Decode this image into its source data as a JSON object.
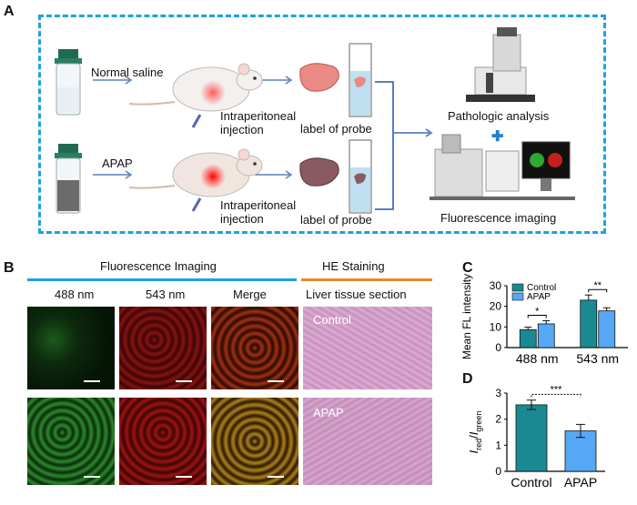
{
  "panelA": {
    "letter": "A",
    "normal_saline": "Normal saline",
    "apap": "APAP",
    "injection_top": "Intraperitoneal\ninjection",
    "injection_bottom": "Intraperitoneal\ninjection",
    "label_probe_top": "label of probe",
    "label_probe_bottom": "label of probe",
    "pathologic": "Pathologic analysis",
    "fluorescence_imaging": "Fluorescence imaging",
    "plus": "✚"
  },
  "panelB": {
    "letter": "B",
    "fluorescence_header": "Fluorescence Imaging",
    "he_header": "HE Staining",
    "col_488": "488 nm",
    "col_543": "543 nm",
    "col_merge": "Merge",
    "col_liver": "Liver tissue section",
    "row_control": "Control",
    "row_apap": "APAP",
    "colors": {
      "fluor_bar": "#1e9fdf",
      "he_bar": "#e6892b"
    }
  },
  "chart_data": [
    {
      "panel": "C",
      "type": "bar",
      "categories": [
        "488 nm",
        "543 nm"
      ],
      "series": [
        {
          "name": "Control",
          "values": [
            8.7,
            23.0
          ],
          "errors": [
            1.2,
            2.5
          ],
          "color": "#1a8a92"
        },
        {
          "name": "APAP",
          "values": [
            11.5,
            17.8
          ],
          "errors": [
            1.5,
            1.5
          ],
          "color": "#56a8f5"
        }
      ],
      "ylabel": "Mean FL intensity",
      "ylim": [
        0,
        30
      ],
      "yticks": [
        0,
        10,
        20,
        30
      ],
      "significance": [
        "*",
        "**"
      ],
      "legend": "top-left"
    },
    {
      "panel": "D",
      "type": "bar",
      "categories": [
        "Control",
        "APAP"
      ],
      "values": [
        2.55,
        1.55
      ],
      "errors": [
        0.18,
        0.25
      ],
      "colors": [
        "#1a8a92",
        "#56a8f5"
      ],
      "ylim": [
        0,
        3
      ],
      "yticks": [
        0,
        1,
        2,
        3
      ],
      "significance": "***"
    }
  ],
  "panelC_letter": "C",
  "panelD_letter": "D",
  "panelD_ylabel": {
    "I": "I",
    "red": "red",
    "slash": "/",
    "I2": "I",
    "green": "green"
  }
}
